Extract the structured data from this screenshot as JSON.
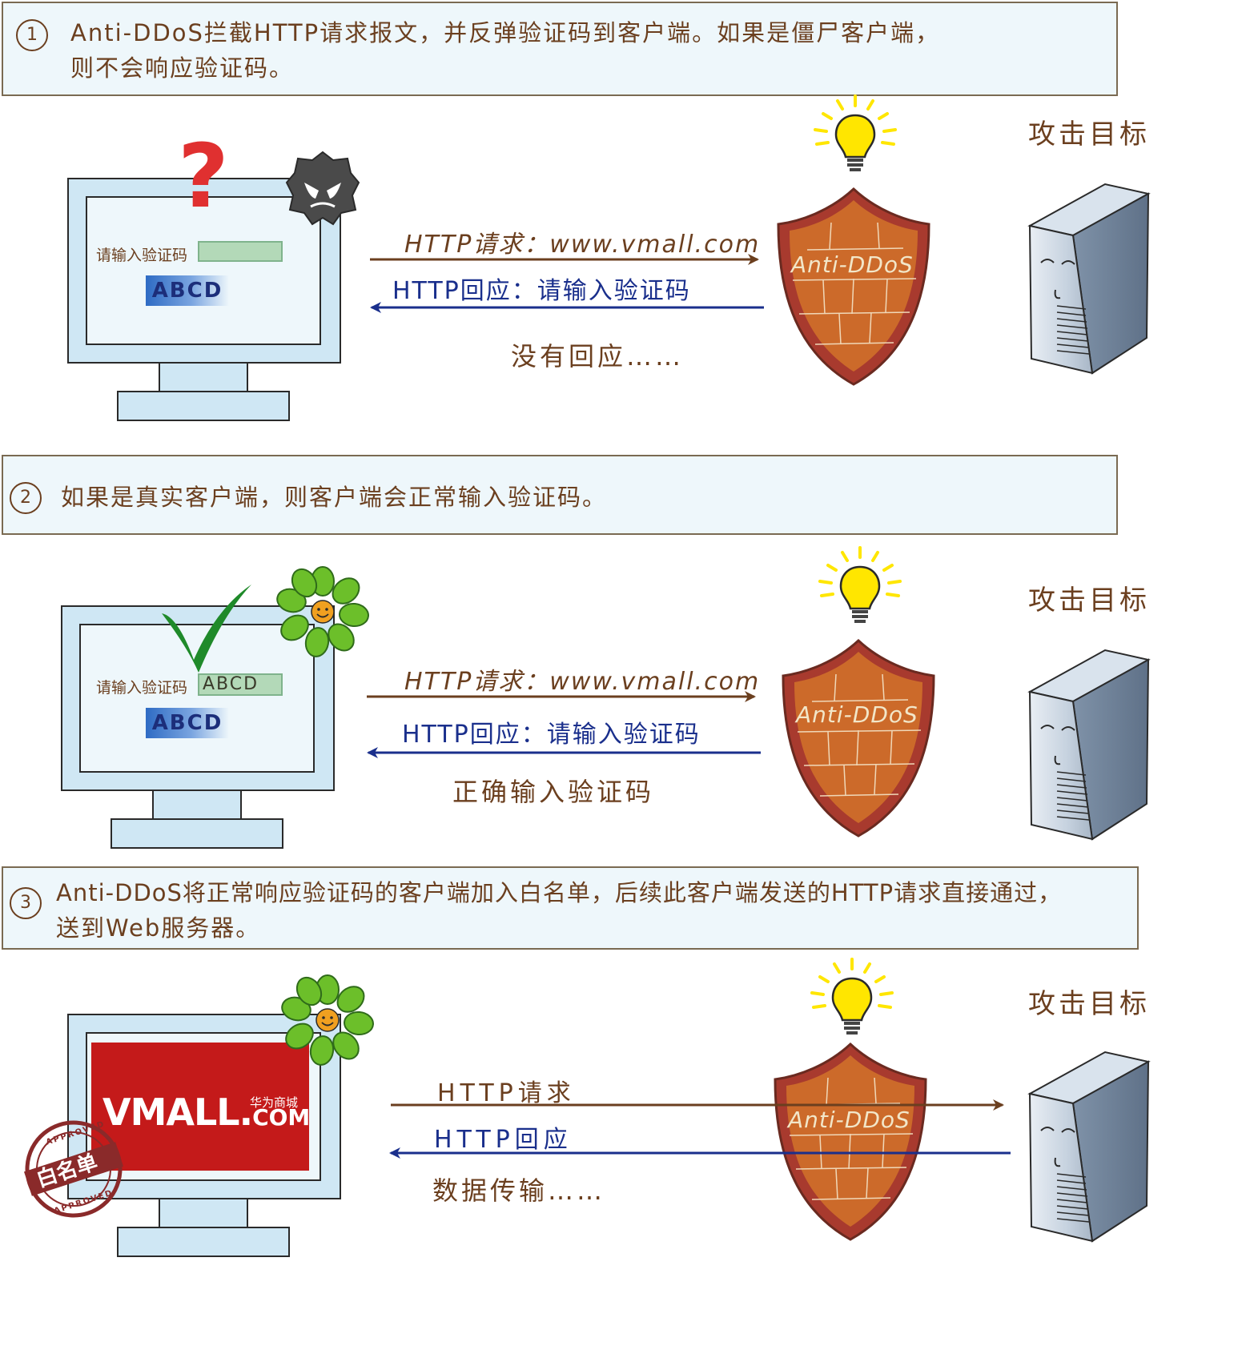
{
  "step1": {
    "number": "1",
    "text_line1": "Anti-DDoS拦截HTTP请求报文，并反弹验证码到客户端。如果是僵尸客户端，",
    "text_line2": "则不会响应验证码。",
    "target": "攻击目标",
    "captcha_prompt": "请输入验证码",
    "captcha_image": "ABCD",
    "question_mark": "?",
    "request_label": "HTTP请求：www.vmall.com",
    "response_label": "HTTP回应：请输入验证码",
    "note": "没有回应……",
    "shield_label": "Anti-DDoS"
  },
  "step2": {
    "number": "2",
    "text": "如果是真实客户端，则客户端会正常输入验证码。",
    "target": "攻击目标",
    "captcha_prompt": "请输入验证码",
    "captcha_value": "ABCD",
    "captcha_image": "ABCD",
    "request_label": "HTTP请求：www.vmall.com",
    "response_label": "HTTP回应：请输入验证码",
    "note": "正确输入验证码",
    "shield_label": "Anti-DDoS"
  },
  "step3": {
    "number": "3",
    "text_line1": "Anti-DDoS将正常响应验证码的客户端加入白名单，后续此客户端发送的HTTP请求直接通过，",
    "text_line2": "送到Web服务器。",
    "target": "攻击目标",
    "site_logo": "VMALL.",
    "site_logo_com": "COM",
    "site_logo_cn": "华为商城",
    "stamp_text": "白名单",
    "stamp_ring": "APPROVED",
    "request_label": "HTTP请求",
    "response_label": "HTTP回应",
    "note": "数据传输……",
    "shield_label": "Anti-DDoS"
  },
  "colors": {
    "brown_text": "#6b3f1f",
    "request_arrow": "#6b3f1f",
    "response_arrow": "#1a2f8c",
    "banner_bg": "#eef7fb",
    "shield_fill": "#c9652a",
    "shield_border": "#8c3a2a",
    "monitor_frame": "#cfe7f4",
    "bulb": "#ffe600",
    "check": "#1f8a2a",
    "flower": "#6cbf2a",
    "vmall_red": "#c41a1a"
  },
  "icons": [
    "question-mark-icon",
    "bad-bot-icon",
    "check-icon",
    "flower-icon",
    "lightbulb-icon",
    "shield-icon",
    "server-icon",
    "monitor-icon",
    "stamp-icon"
  ]
}
